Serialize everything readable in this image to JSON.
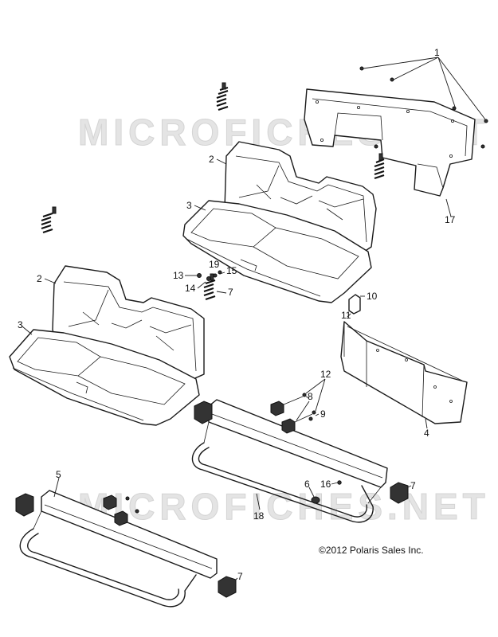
{
  "watermark": {
    "text": "MICROFICHES.NET"
  },
  "copyright": "©2012 Polaris Sales Inc.",
  "callouts": {
    "c1": "1",
    "c2a": "2",
    "c2b": "2",
    "c3a": "3",
    "c3b": "3",
    "c4": "4",
    "c5": "5",
    "c6": "6",
    "c7a": "7",
    "c7b": "7",
    "c7c": "7",
    "c8": "8",
    "c9": "9",
    "c10": "10",
    "c11": "11",
    "c12": "12",
    "c13": "13",
    "c14": "14",
    "c15": "15",
    "c16": "16",
    "c17": "17",
    "c18": "18",
    "c19": "19"
  }
}
